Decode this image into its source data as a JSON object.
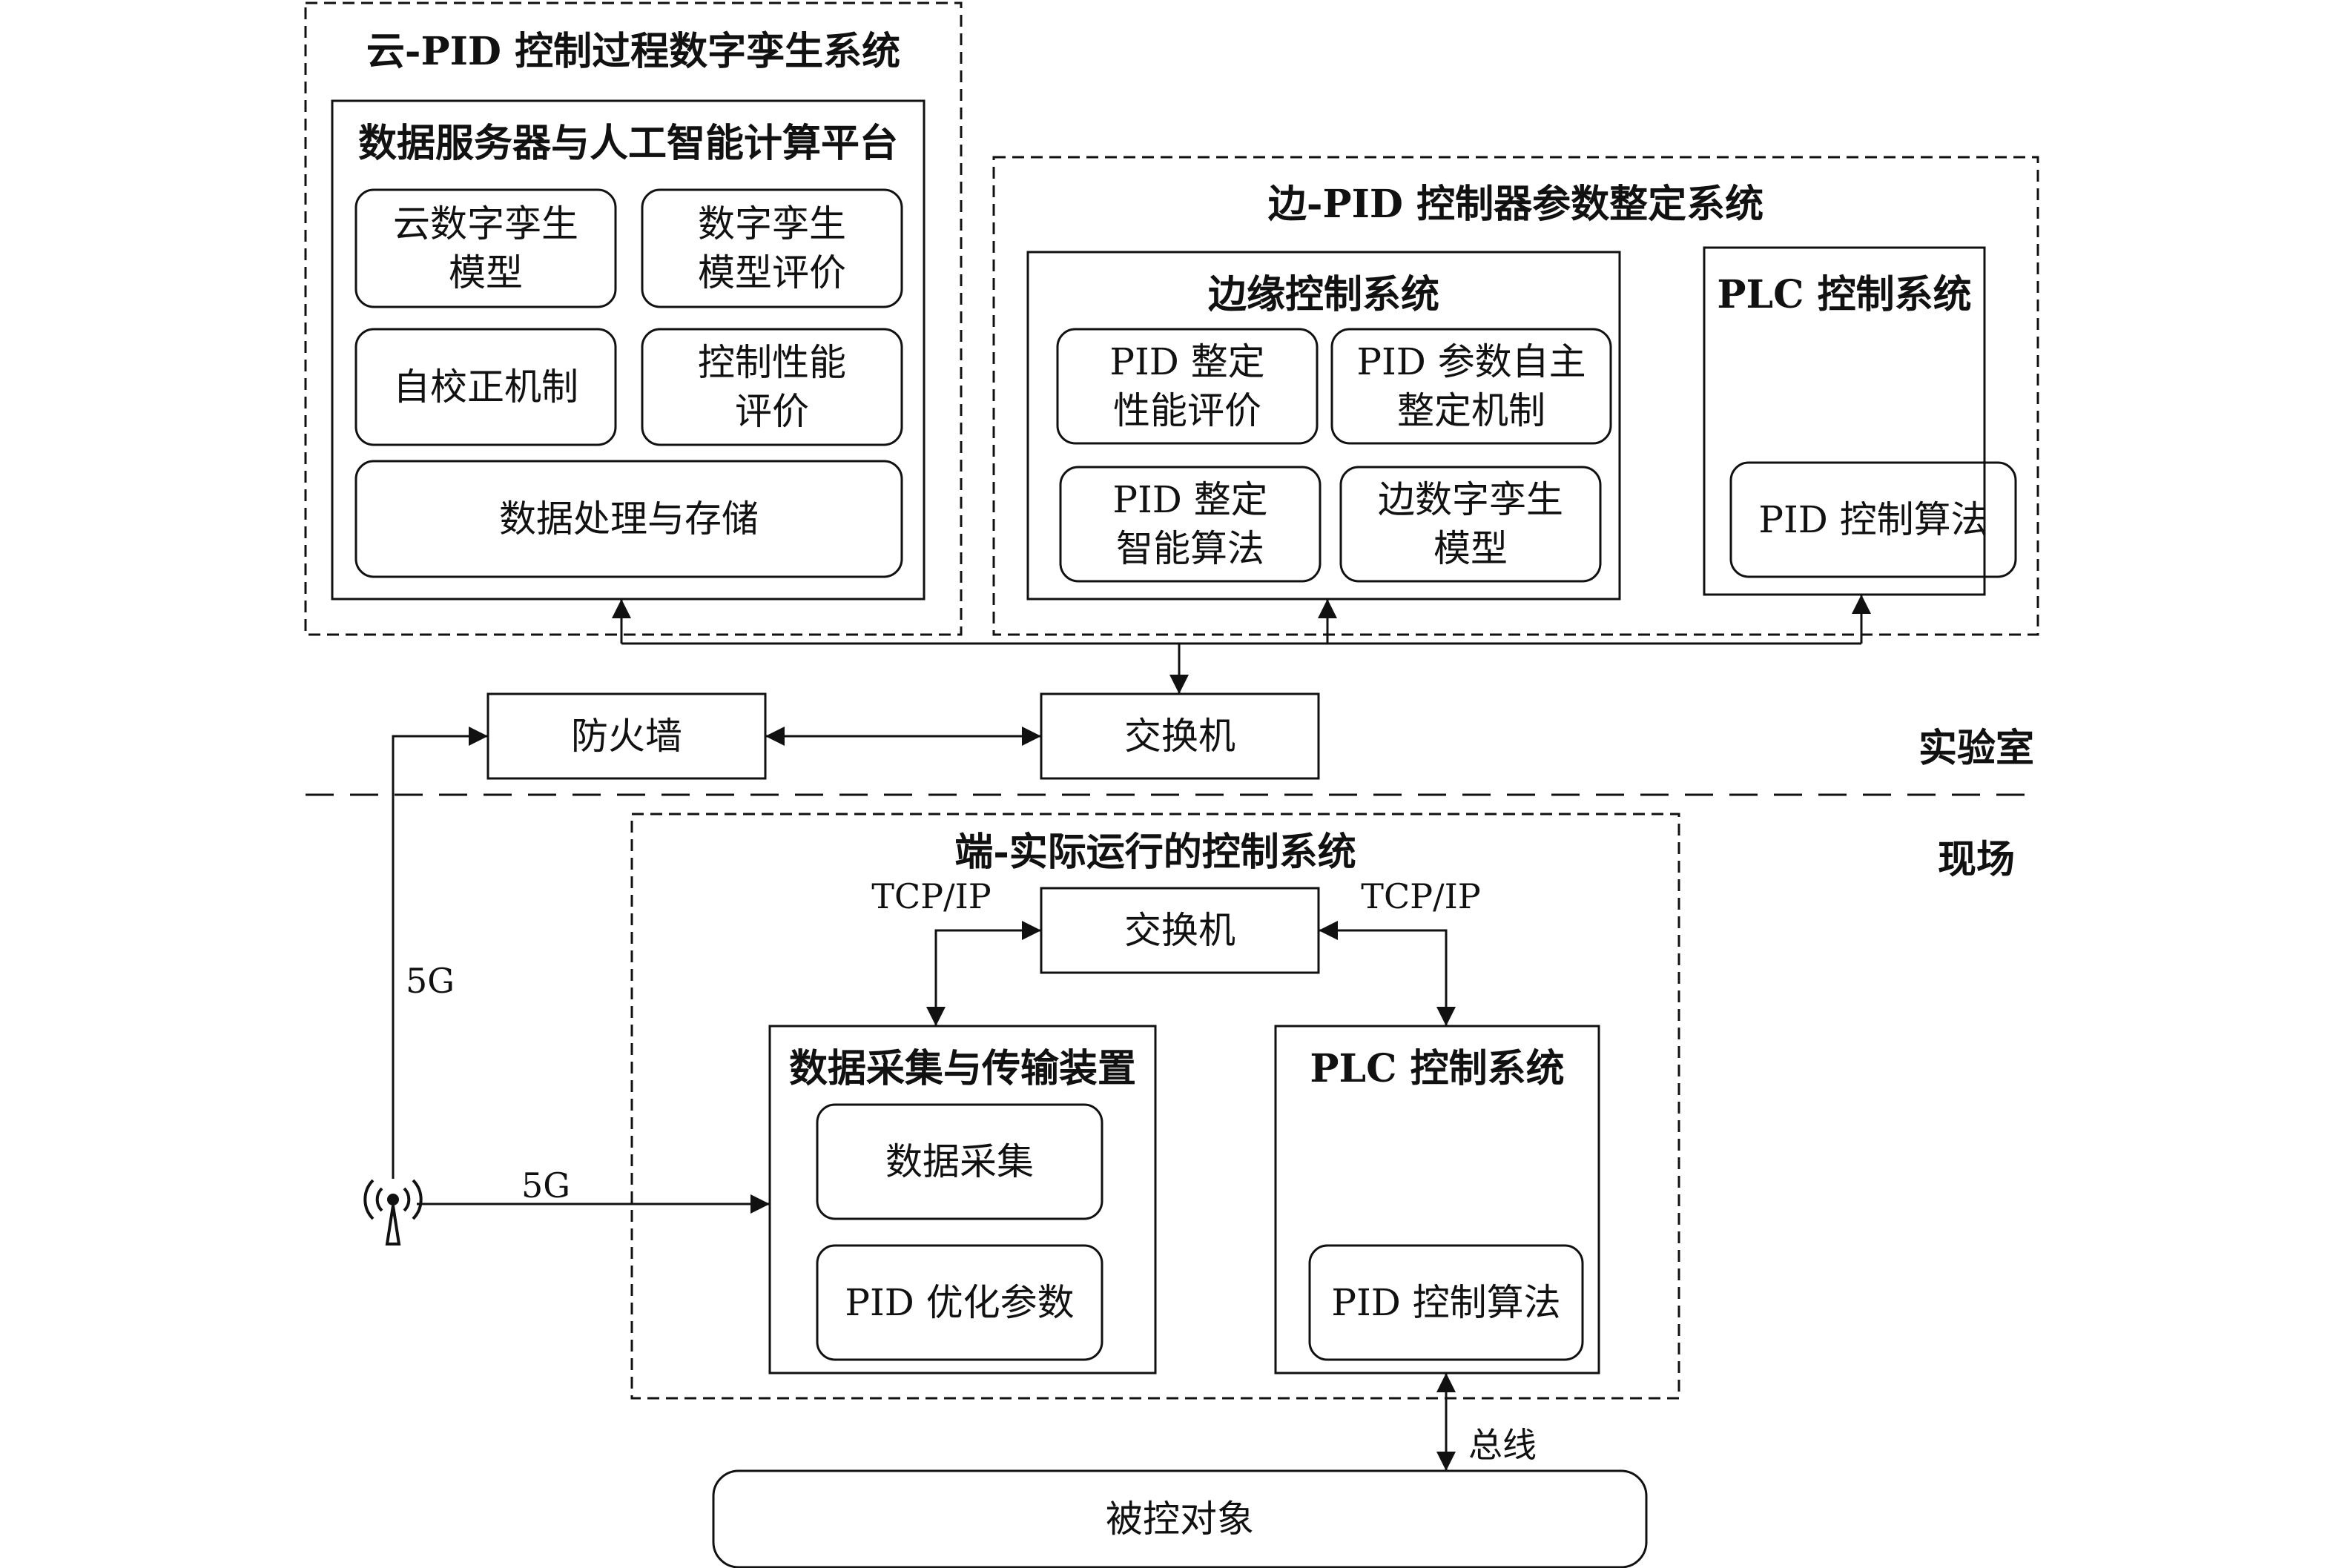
{
  "cloud": {
    "title": "云-PID 控制过程数字孪生系统",
    "platform_title": "数据服务器与人工智能计算平台",
    "modules": [
      "云数字孪生\n模型",
      "数字孪生\n模型评价",
      "自校正机制",
      "控制性能\n评价",
      "数据处理与存储"
    ]
  },
  "edge": {
    "title": "边-PID 控制器参数整定系统",
    "control_title": "边缘控制系统",
    "modules": [
      "PID 整定\n性能评价",
      "PID 参数自主\n整定机制",
      "PID 整定\n智能算法",
      "边数字孪生\n模型"
    ],
    "plc_title": "PLC 控制系统",
    "plc_module": "PID 控制算法"
  },
  "network": {
    "firewall": "防火墙",
    "switch": "交换机"
  },
  "zones": {
    "lab": "实验室",
    "site": "现场"
  },
  "field": {
    "title": "端-实际运行的控制系统",
    "switch": "交换机",
    "tcp_left": "TCP/IP",
    "tcp_right": "TCP/IP",
    "acq_title": "数据采集与传输装置",
    "acq_modules": [
      "数据采集",
      "PID 优化参数"
    ],
    "plc_title": "PLC 控制系统",
    "plc_module": "PID 控制算法"
  },
  "links": {
    "fiveg_vertical": "5G",
    "fiveg_horizontal": "5G",
    "bus": "总线"
  },
  "plant": "被控对象"
}
